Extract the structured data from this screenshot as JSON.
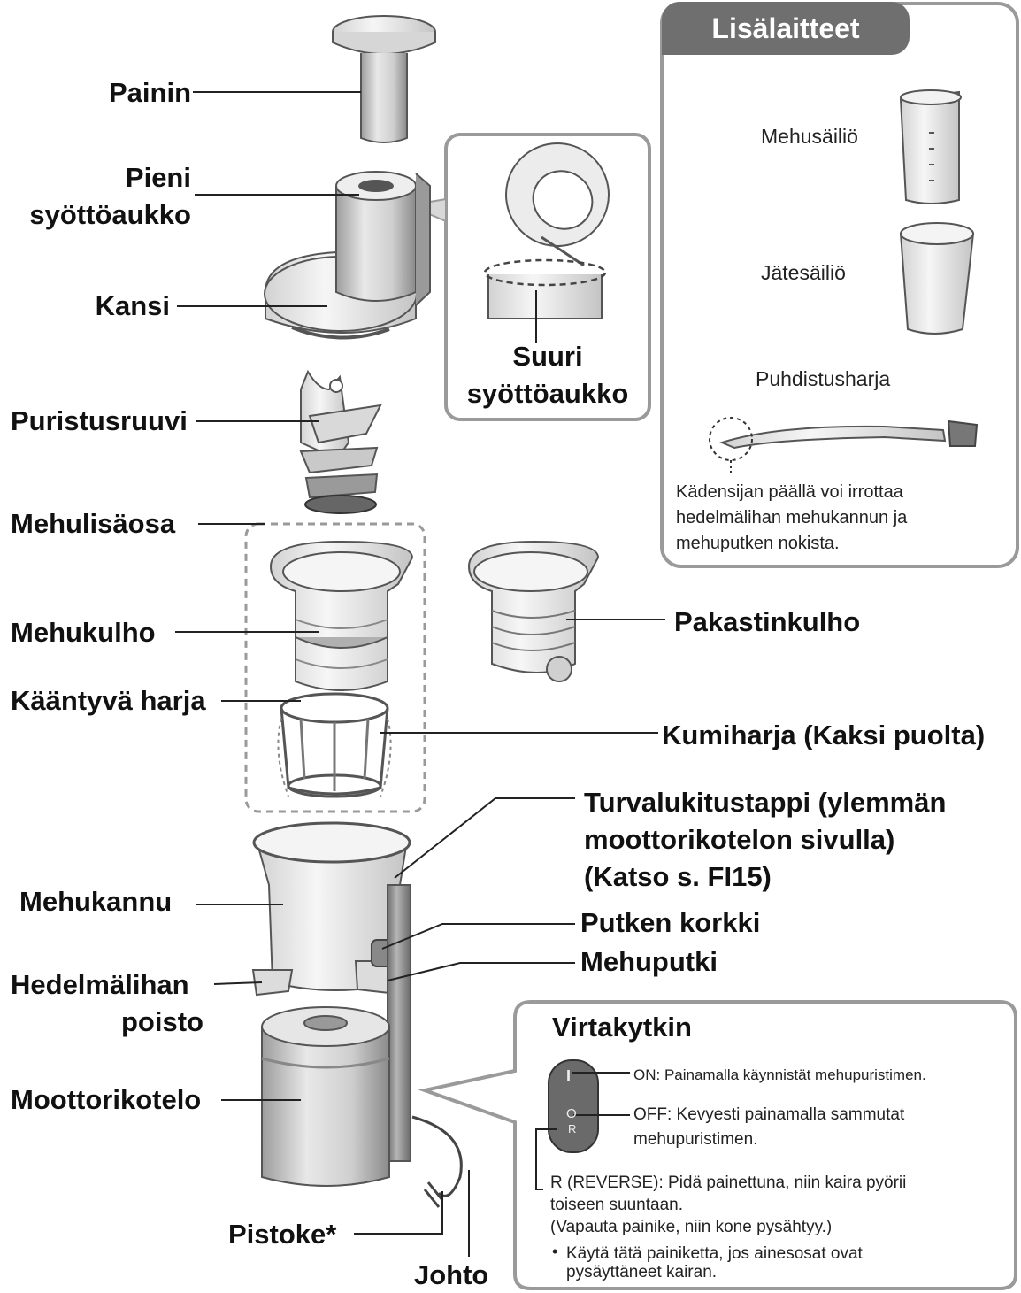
{
  "labels": {
    "painin": "Painin",
    "pieni_1": "Pieni",
    "pieni_2": "syöttöaukko",
    "kansi": "Kansi",
    "suuri_1": "Suuri",
    "suuri_2": "syöttöaukko",
    "puristusruuvi": "Puristusruuvi",
    "mehulisaosa": "Mehulisäosa",
    "mehukulho": "Mehukulho",
    "pakastinkulho": "Pakastinkulho",
    "kaantyva_harja": "Kääntyvä harja",
    "kumiharja": "Kumiharja (Kaksi puolta)",
    "turva_1": "Turvalukitustappi (ylemmän",
    "turva_2": "moottorikotelon sivulla)",
    "turva_3": "(Katso s. FI15)",
    "mehukannu": "Mehukannu",
    "putken_korkki": "Putken korkki",
    "mehuputki": "Mehuputki",
    "hedelma_1": "Hedelmälihan",
    "hedelma_2": "poisto",
    "moottorikotelo": "Moottorikotelo",
    "pistoke": "Pistoke*",
    "johto": "Johto"
  },
  "accessories": {
    "title": "Lisälaitteet",
    "mehusailio": "Mehusäiliö",
    "jatesailio": "Jätesäiliö",
    "puhdistusharja": "Puhdistusharja",
    "note_1": "Kädensijan päällä voi irrottaa",
    "note_2": "hedelmälihan mehukannun ja",
    "note_3": "mehuputken nokista."
  },
  "power_switch": {
    "title": "Virtakytkin",
    "on_label": "ON: Painamalla käynnistät mehupuristimen.",
    "off_label_1": "OFF: Kevyesti painamalla sammutat",
    "off_label_2": "mehupuristimen.",
    "reverse_1": "R (REVERSE): Pidä painettuna, niin kaira pyörii",
    "reverse_2": "toiseen suuntaan.",
    "reverse_3": "(Vapauta painike, niin kone pysähtyy.)",
    "note_1": "Käytä tätä painiketta, jos ainesosat ovat",
    "note_2": "pysäyttäneet kairan.",
    "button_symbol_on": "I",
    "button_symbol_off": "O",
    "button_symbol_r": "R"
  },
  "colors": {
    "line": "#222222",
    "part_stroke": "#555555",
    "part_fill_light": "#eeeeee",
    "part_fill_mid": "#d6d6d6",
    "part_fill_dark": "#a8a8a8",
    "box_border": "#9a9a9a",
    "title_bg": "#6f6f6f"
  }
}
